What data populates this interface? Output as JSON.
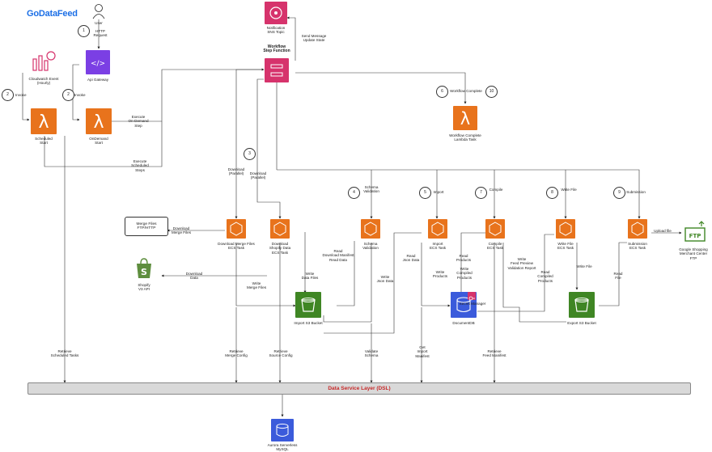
{
  "logo": "GoDataFeed",
  "actors": {
    "user": "User",
    "http_request": "HTTP\nRequest"
  },
  "nodes": {
    "api_gateway": "Api Gateway",
    "cloudwatch": "Cloudwatch Event\n(Hourly)",
    "scheduled_start": "Scheduled\nStart",
    "ondemand_start": "OnDemand\nStart",
    "sns": "Notification\nSNS Topic",
    "step_function": "Workflow\nStep Function",
    "workflow_complete_lambda": "Workflow Complete\nLambda Task",
    "merge_files": "Merge Files\nFTP/HTTP",
    "download_merge": "Download Merge Files\nECS Task",
    "download_shopify": "Download\nShopify Data\nECS Task",
    "schema_validation": "Schema\nValidation",
    "import_task": "Import\nECS Task",
    "compile_task": "Compile\nECS Task",
    "write_file_task": "Write File\nECS Task",
    "submission_task": "Submission\nECS Task",
    "shopify_api": "Shopify\nV3 API",
    "import_bucket": "Import S3 Bucket",
    "export_bucket": "Export S3 Bucket",
    "documentdb": "DocumentDB",
    "secret_manager": "Secret Manager",
    "google_ftp": "Google Shopping\nMerchant Center\nFTP",
    "aurora": "Aurora Serverless\nMySQL",
    "dsl": "Data Service Layer (DSL)"
  },
  "steps": {
    "s1": "1",
    "s2a": "2",
    "s2b": "2",
    "s3": "3",
    "s4": "4",
    "s5": "5",
    "s6": "6",
    "s7": "7",
    "s8": "8",
    "s9": "9",
    "s10": "10"
  },
  "edge_labels": {
    "invoke_a": "Invoke",
    "invoke_b": "Invoke",
    "execute_ondemand": "Execute\nOn-Demand\nStep",
    "execute_scheduled": "Execute\nScheduled\nSteps",
    "send_message": "Send Message\nUpdate State",
    "workflow_complete": "Workflow Complete",
    "download_parallel_a": "Download\n(Parallel)",
    "download_parallel_b": "Download\n(Parallel)",
    "schema_validation": "Schema\nValidation",
    "import": "Import",
    "compile": "Compile",
    "write_file": "Write File",
    "submission": "Submission",
    "download_merge_files": "Download\nMerge Files",
    "download_data": "Download\nData",
    "write_merge_files": "Write\nMerge Files",
    "write_data_files": "Write\nData Files",
    "read_download_manifest": "Read\nDownload Manifest\nRead Data",
    "write_json_data": "Write\nJson Data",
    "read_json_data": "Read\nJson Data",
    "write_products": "Write\nProducts",
    "read_products": "Read\nProducts",
    "write_compiled_products": "Write\nCompiled\nProducts",
    "write_feed_preview": "Write\nFeed Preview\nValidation Report",
    "read_compiled_products": "Read\nCompiled\nProducts",
    "write_file_edge": "Write File",
    "read_file": "Read\nFile",
    "upload_file": "Upload file",
    "retrieve_scheduled": "Retrieve\nScheduled Tasks",
    "retrieve_merge_config": "Retrieve\nMerge Config",
    "retrieve_source_config": "Retrieve\nSource Config",
    "validate_schema": "Validate\nSchema",
    "get_import_manifest": "Get\nImport\nManifest",
    "retrieve_feed_manifest": "Retrieve\nFeed Manifest"
  },
  "colors": {
    "lambda": "#e8731c",
    "s3": "#3f8624",
    "sns": "#d6336c",
    "api_gateway": "#7b3fe4",
    "database": "#3b5bdb",
    "shopify": "#5e8e3e",
    "ftp": "#3f8624",
    "dsl_text": "#c62828",
    "logo": "#1c6fe6"
  }
}
